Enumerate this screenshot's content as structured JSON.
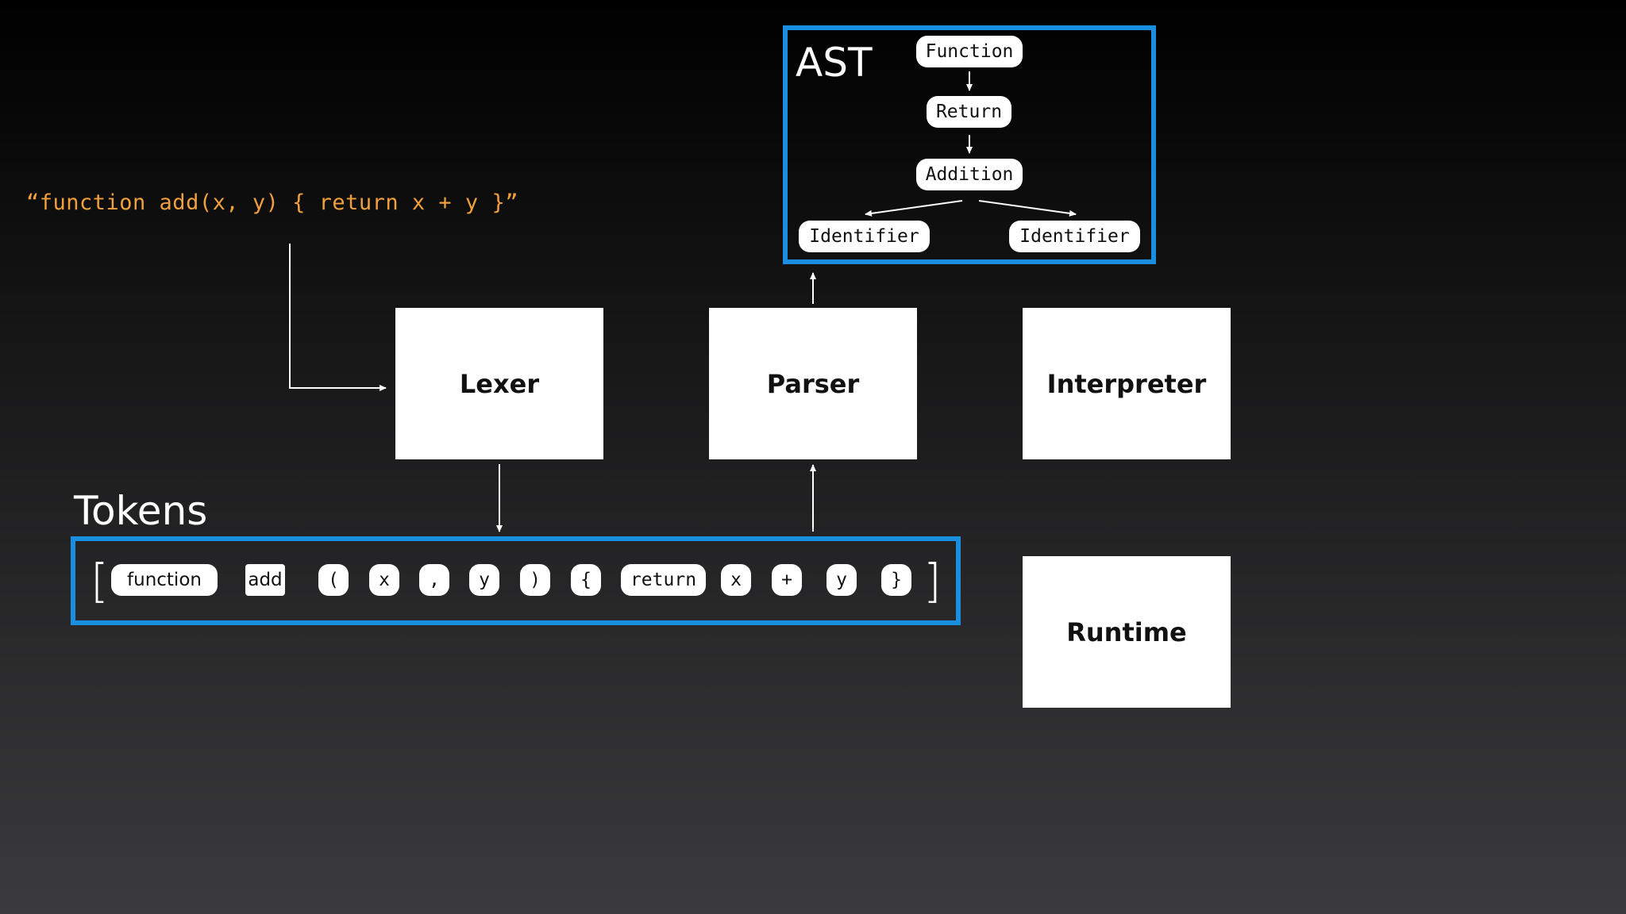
{
  "source_code": "“function add(x, y) { return x + y }”",
  "stages": {
    "lexer": "Lexer",
    "parser": "Parser",
    "interpreter": "Interpreter",
    "runtime": "Runtime"
  },
  "tokens": {
    "title": "Tokens",
    "open_bracket": "[",
    "close_bracket": "]",
    "items": [
      "function",
      "add",
      "(",
      "x",
      ",",
      "y",
      ")",
      "{",
      "return",
      "x",
      "+",
      "y",
      "}"
    ]
  },
  "ast": {
    "title": "AST",
    "nodes": {
      "function": "Function",
      "return": "Return",
      "addition": "Addition",
      "identifier_left": "Identifier",
      "identifier_right": "Identifier"
    }
  },
  "colors": {
    "source_text": "#f0a03c",
    "highlight_border": "#1a8fe0",
    "stage_fill": "#ffffff",
    "arrow": "#ffffff"
  }
}
